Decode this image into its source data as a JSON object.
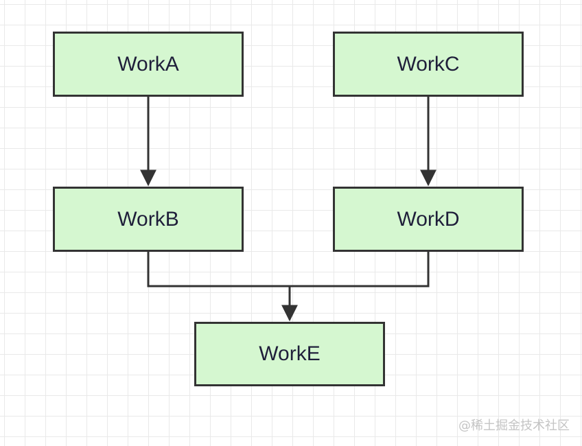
{
  "nodes": {
    "work_a": "WorkA",
    "work_b": "WorkB",
    "work_c": "WorkC",
    "work_d": "WorkD",
    "work_e": "WorkE"
  },
  "edges": [
    {
      "from": "WorkA",
      "to": "WorkB"
    },
    {
      "from": "WorkC",
      "to": "WorkD"
    },
    {
      "from": "WorkB",
      "to": "WorkE"
    },
    {
      "from": "WorkD",
      "to": "WorkE"
    }
  ],
  "watermark": "@稀土掘金技术社区",
  "colors": {
    "node_fill": "#d5f7d0",
    "node_border": "#333333",
    "connector": "#333333",
    "grid_line": "#e9e9e9"
  }
}
